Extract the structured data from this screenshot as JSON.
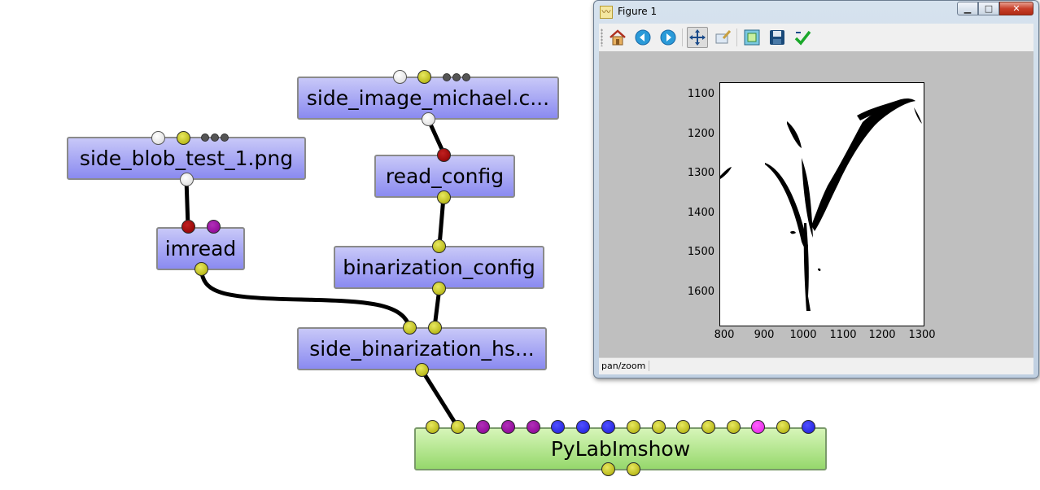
{
  "nodes": {
    "side_image": {
      "label": "side_image_michael.c..."
    },
    "side_blob": {
      "label": "side_blob_test_1.png"
    },
    "read_config": {
      "label": "read_config"
    },
    "imread": {
      "label": "imread"
    },
    "binarization_config": {
      "label": "binarization_config"
    },
    "side_binarization": {
      "label": "side_binarization_hs..."
    },
    "pylab_imshow": {
      "label": "PyLabImshow"
    }
  },
  "colors": {
    "node_blue": "#9a9af2",
    "node_green": "#a8dc80",
    "port_yellow": "#c8c820",
    "port_white": "#f0f0f0",
    "port_red": "#a00000",
    "port_purple": "#9a0aa0",
    "port_blue": "#2a2af0",
    "port_magenta": "#ff40ff",
    "wire": "#000000"
  },
  "figure": {
    "title": "Figure 1",
    "status": "pan/zoom",
    "window_buttons": {
      "minimize": "▁",
      "maximize": "□",
      "close": "✕"
    },
    "toolbar": [
      {
        "name": "home-icon",
        "glyph": "⌂"
      },
      {
        "name": "back-icon",
        "glyph": "◀"
      },
      {
        "name": "forward-icon",
        "glyph": "▶"
      },
      {
        "name": "pan-icon",
        "glyph": "✥"
      },
      {
        "name": "zoom-icon",
        "glyph": "🔍"
      },
      {
        "name": "subplots-icon",
        "glyph": "▣"
      },
      {
        "name": "save-icon",
        "glyph": "💾"
      },
      {
        "name": "edit-check-icon",
        "glyph": "✔"
      }
    ]
  },
  "chart_data": {
    "type": "image",
    "xticks": [
      800,
      900,
      1000,
      1100,
      1200,
      1300
    ],
    "yticks": [
      1100,
      1200,
      1300,
      1400,
      1500,
      1600
    ],
    "xlim": [
      790,
      1305
    ],
    "ylim": [
      1690,
      1072
    ],
    "y_inverted": true,
    "grid": false,
    "content": "binary plant silhouette"
  }
}
